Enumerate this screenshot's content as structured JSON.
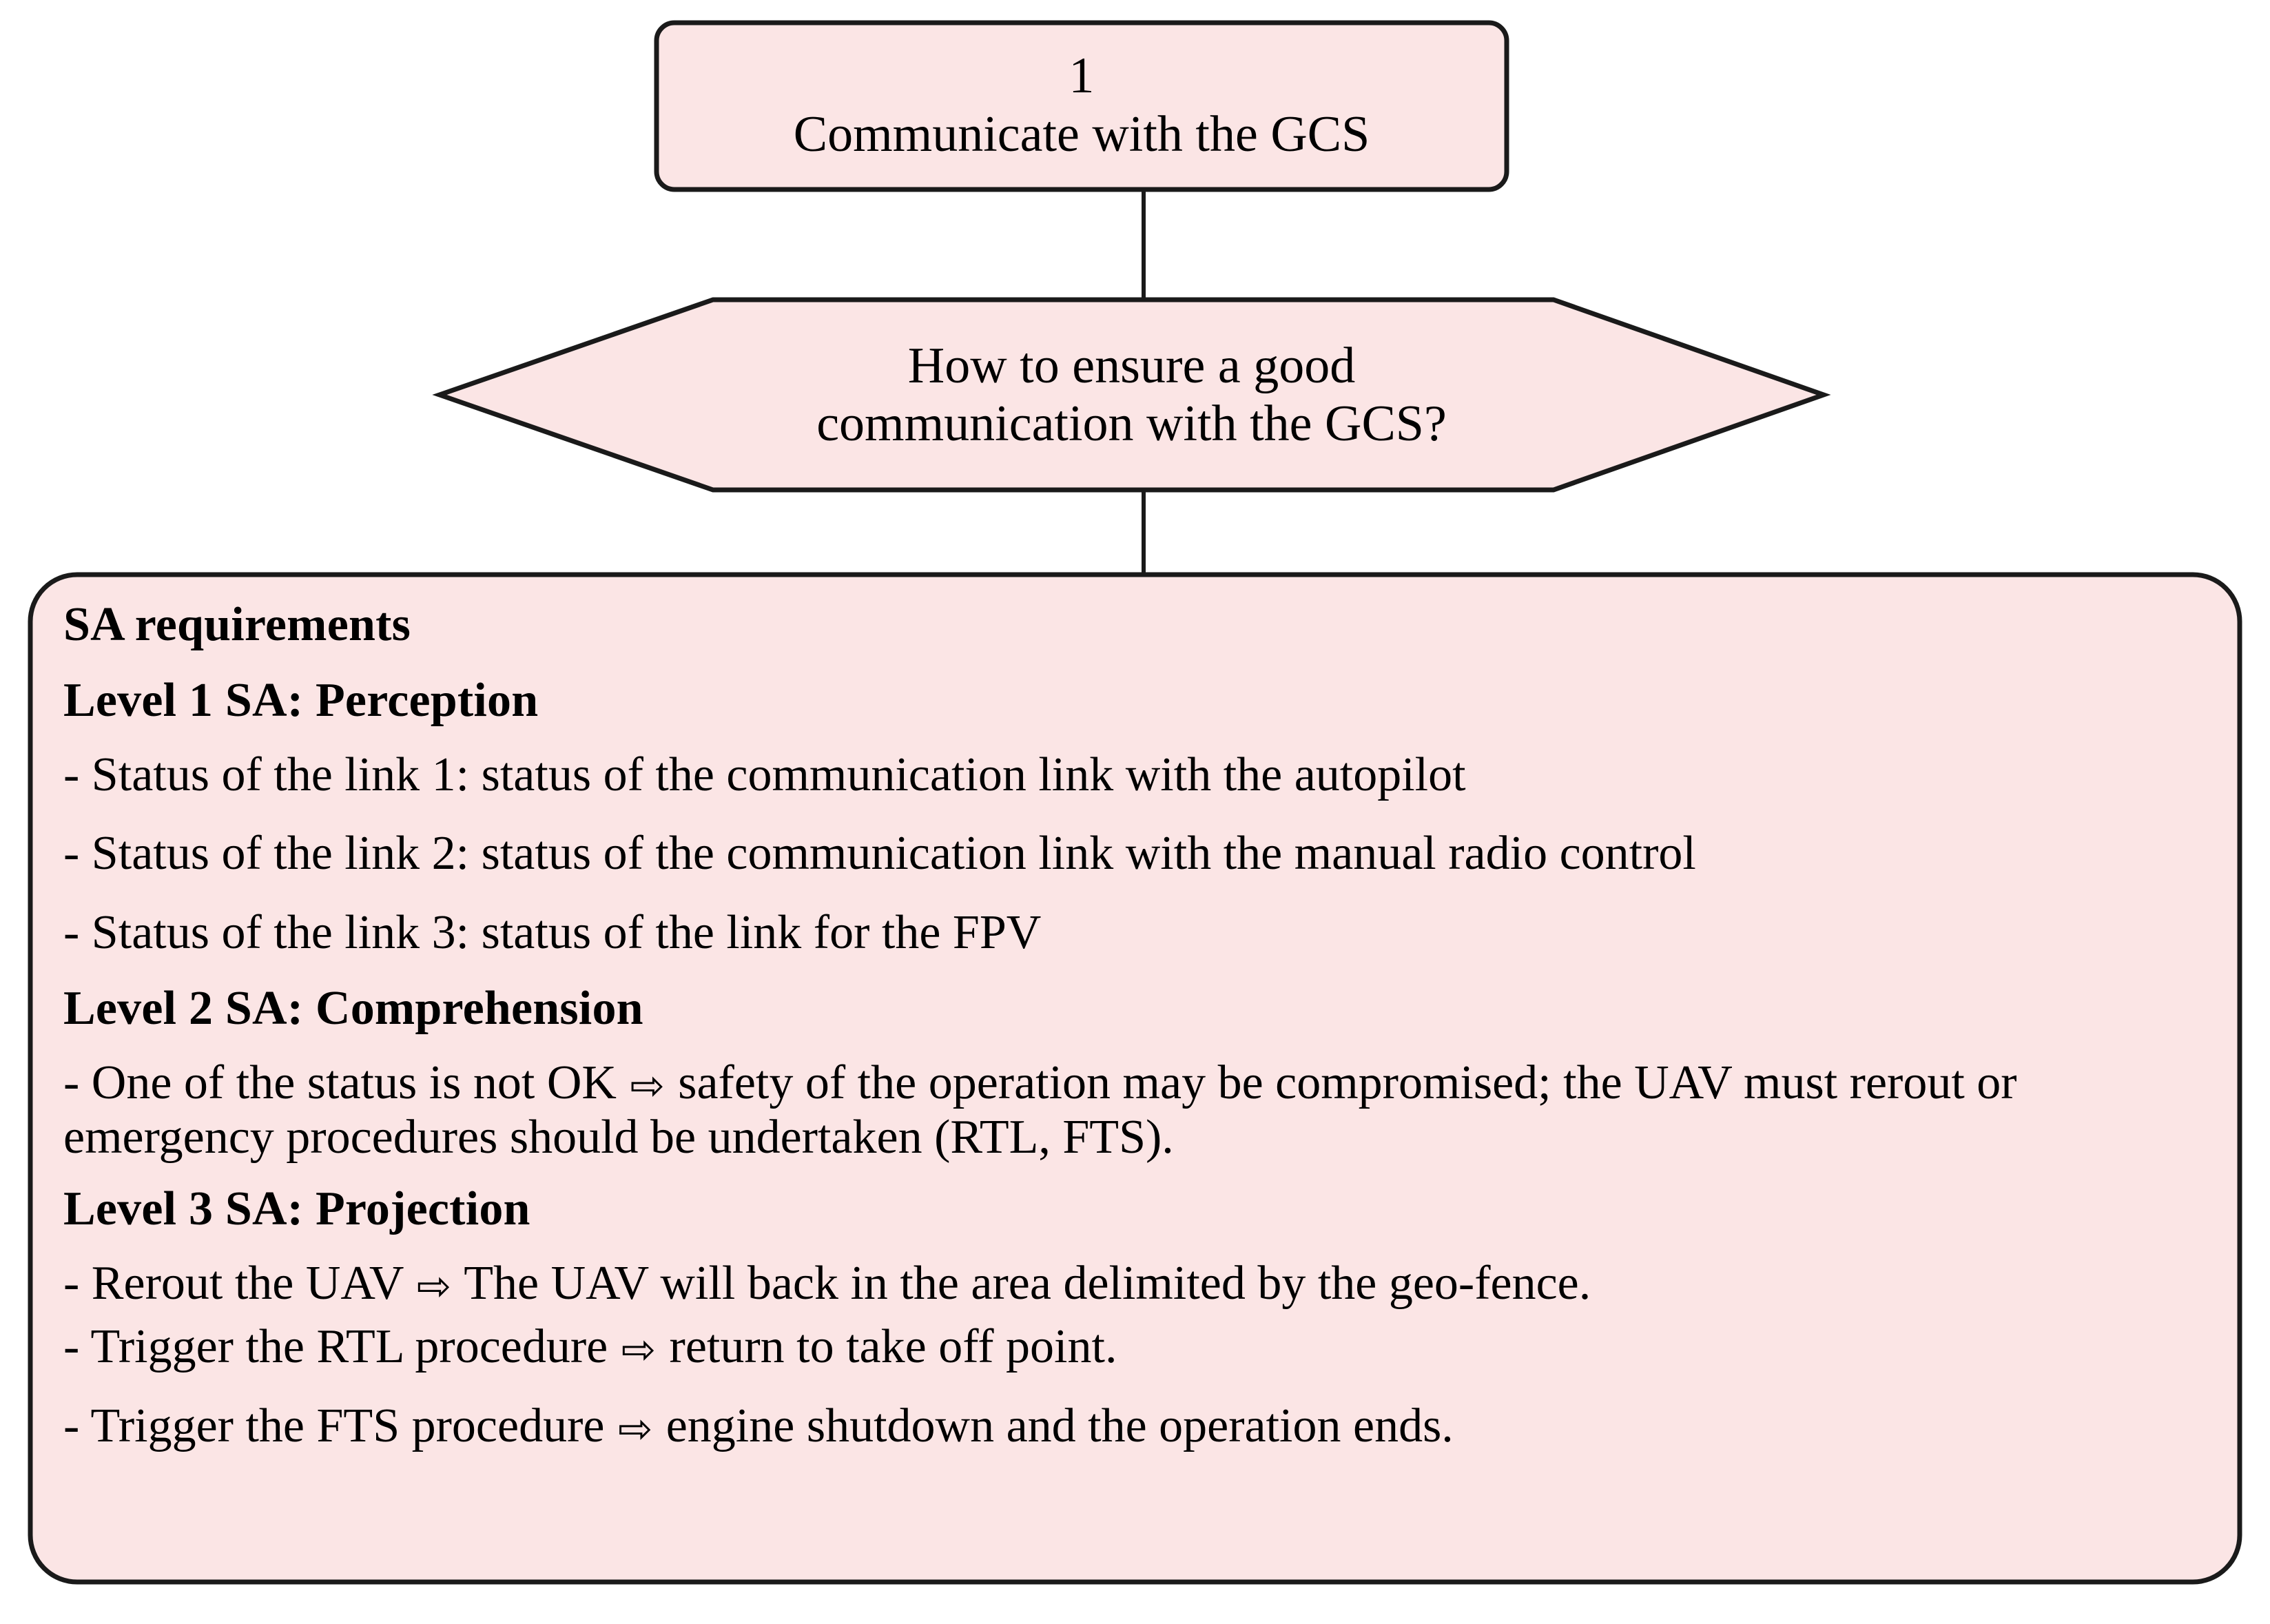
{
  "colors": {
    "node_fill": "#fbe5e5",
    "node_stroke": "#1a1a1a",
    "connector": "#1a1a1a",
    "text": "#000000",
    "background": "#ffffff"
  },
  "flowchart": {
    "process_node": {
      "number": "1",
      "title": "Communicate with the GCS"
    },
    "decision_node": {
      "line1": "How to ensure a good",
      "line2": "communication with the GCS?"
    },
    "connectors": [
      {
        "name": "process-to-decision"
      },
      {
        "name": "decision-to-panel"
      }
    ],
    "panel": {
      "title": "SA requirements",
      "sections": [
        {
          "heading": "Level 1 SA: Perception",
          "items": [
            "- Status of the link 1: status of the communication link with the autopilot",
            "- Status of the link 2: status of the communication link with the manual radio control",
            "- Status of the link 3: status of the link for the FPV"
          ]
        },
        {
          "heading": "Level 2 SA: Comprehension",
          "items_rich": [
            {
              "before": "- One of the status is not OK ",
              "arrow": "⇨",
              "after": " safety of the operation may be compromised; the UAV must rerout or emergency procedures should be undertaken (RTL, FTS)."
            }
          ]
        },
        {
          "heading": "Level 3 SA: Projection",
          "items_rich": [
            {
              "before": "- Rerout the UAV  ",
              "arrow": "⇨",
              "after": " The UAV will back in the area delimited by the geo-fence."
            },
            {
              "before": "- Trigger the RTL procedure ",
              "arrow": "⇨",
              "after": " return to take off point."
            },
            {
              "before": "- Trigger the FTS procedure ",
              "arrow": "⇨",
              "after": " engine shutdown and the operation ends."
            }
          ]
        }
      ]
    }
  }
}
